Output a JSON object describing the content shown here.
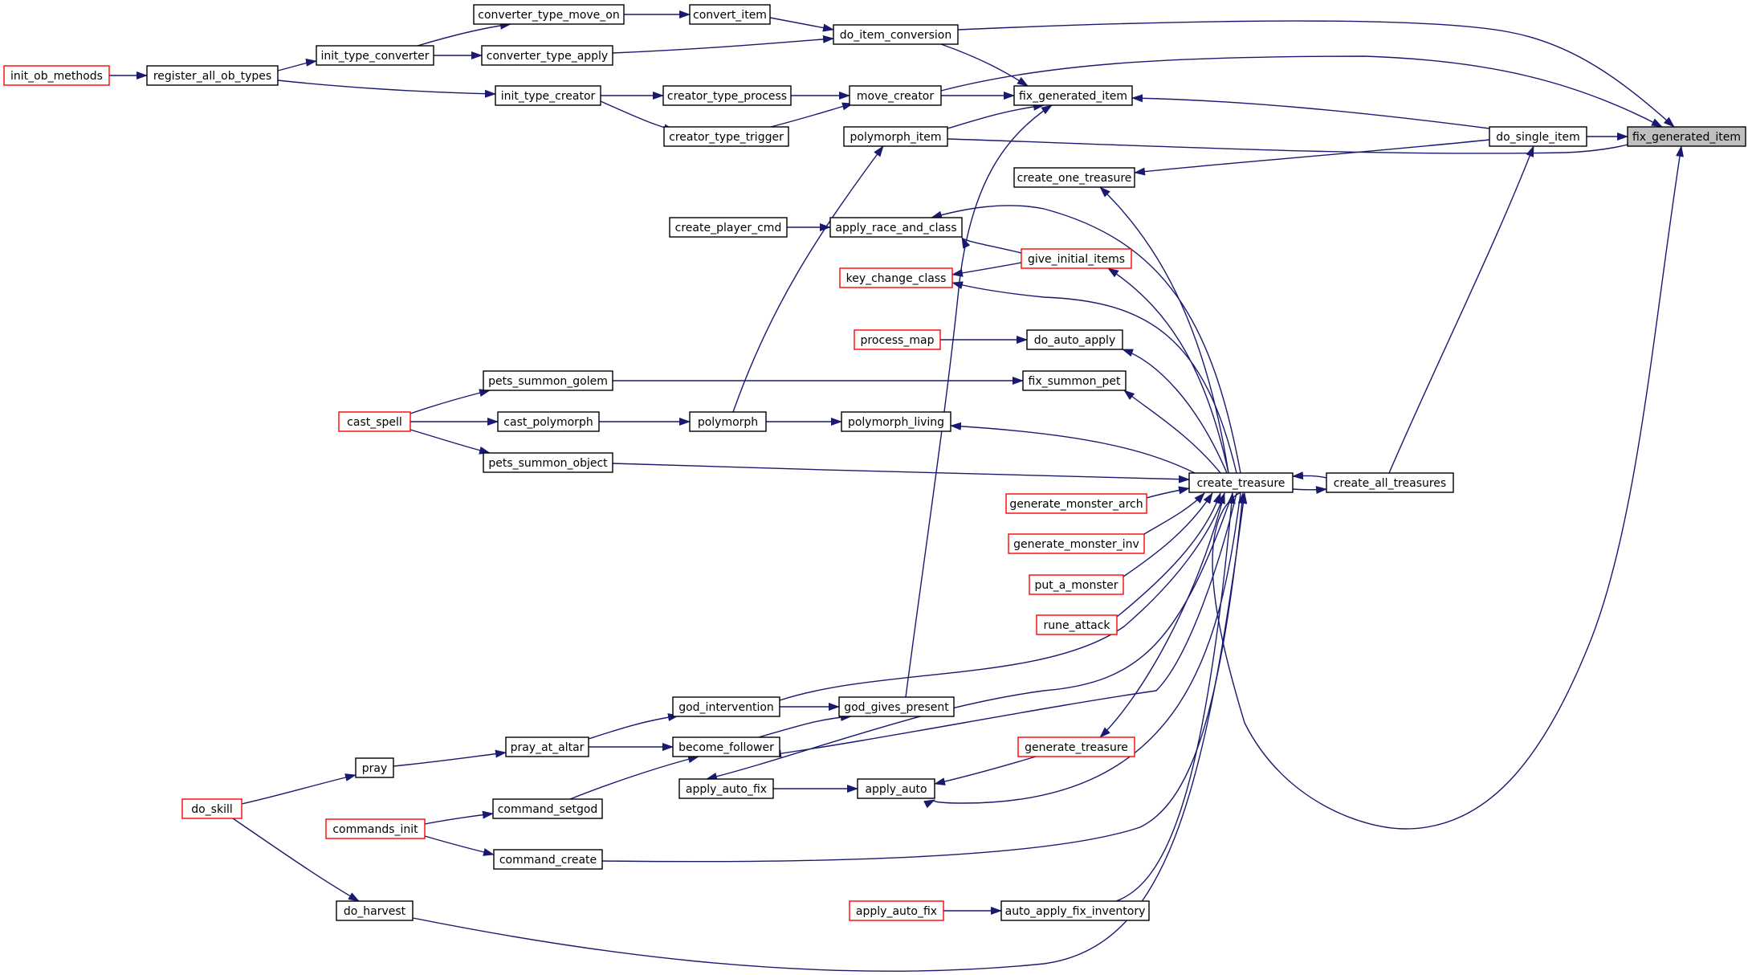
{
  "graph": {
    "root": "fix_generated_item",
    "colors": {
      "edge": "#191970",
      "node_border": "#000000",
      "truncated_node_border": "#ff0000",
      "root_fill": "#bfbfbf"
    },
    "nodes": [
      {
        "id": "fix_generated_item_root",
        "label": "fix_generated_item",
        "kind": "root"
      },
      {
        "id": "converter_type_move_on",
        "label": "converter_type_move_on",
        "kind": "normal"
      },
      {
        "id": "convert_item",
        "label": "convert_item",
        "kind": "normal"
      },
      {
        "id": "do_item_conversion",
        "label": "do_item_conversion",
        "kind": "normal"
      },
      {
        "id": "init_ob_methods",
        "label": "init_ob_methods",
        "kind": "truncated"
      },
      {
        "id": "register_all_ob_types",
        "label": "register_all_ob_types",
        "kind": "normal"
      },
      {
        "id": "init_type_converter",
        "label": "init_type_converter",
        "kind": "normal"
      },
      {
        "id": "converter_type_apply",
        "label": "converter_type_apply",
        "kind": "normal"
      },
      {
        "id": "init_type_creator",
        "label": "init_type_creator",
        "kind": "normal"
      },
      {
        "id": "creator_type_process",
        "label": "creator_type_process",
        "kind": "normal"
      },
      {
        "id": "move_creator",
        "label": "move_creator",
        "kind": "normal"
      },
      {
        "id": "fix_generated_item_mid",
        "label": "fix_generated_item",
        "kind": "normal"
      },
      {
        "id": "creator_type_trigger",
        "label": "creator_type_trigger",
        "kind": "normal"
      },
      {
        "id": "polymorph_item",
        "label": "polymorph_item",
        "kind": "normal"
      },
      {
        "id": "do_single_item",
        "label": "do_single_item",
        "kind": "normal"
      },
      {
        "id": "create_one_treasure",
        "label": "create_one_treasure",
        "kind": "normal"
      },
      {
        "id": "create_player_cmd",
        "label": "create_player_cmd",
        "kind": "normal"
      },
      {
        "id": "apply_race_and_class",
        "label": "apply_race_and_class",
        "kind": "normal"
      },
      {
        "id": "give_initial_items",
        "label": "give_initial_items",
        "kind": "truncated"
      },
      {
        "id": "key_change_class",
        "label": "key_change_class",
        "kind": "truncated"
      },
      {
        "id": "process_map",
        "label": "process_map",
        "kind": "truncated"
      },
      {
        "id": "do_auto_apply",
        "label": "do_auto_apply",
        "kind": "normal"
      },
      {
        "id": "pets_summon_golem",
        "label": "pets_summon_golem",
        "kind": "normal"
      },
      {
        "id": "fix_summon_pet",
        "label": "fix_summon_pet",
        "kind": "normal"
      },
      {
        "id": "cast_spell",
        "label": "cast_spell",
        "kind": "truncated"
      },
      {
        "id": "cast_polymorph",
        "label": "cast_polymorph",
        "kind": "normal"
      },
      {
        "id": "polymorph",
        "label": "polymorph",
        "kind": "normal"
      },
      {
        "id": "polymorph_living",
        "label": "polymorph_living",
        "kind": "normal"
      },
      {
        "id": "pets_summon_object",
        "label": "pets_summon_object",
        "kind": "normal"
      },
      {
        "id": "create_treasure",
        "label": "create_treasure",
        "kind": "normal"
      },
      {
        "id": "create_all_treasures",
        "label": "create_all_treasures",
        "kind": "normal"
      },
      {
        "id": "generate_monster_arch",
        "label": "generate_monster_arch",
        "kind": "truncated"
      },
      {
        "id": "generate_monster_inv",
        "label": "generate_monster_inv",
        "kind": "truncated"
      },
      {
        "id": "put_a_monster",
        "label": "put_a_monster",
        "kind": "truncated"
      },
      {
        "id": "rune_attack",
        "label": "rune_attack",
        "kind": "truncated"
      },
      {
        "id": "god_intervention",
        "label": "god_intervention",
        "kind": "normal"
      },
      {
        "id": "god_gives_present",
        "label": "god_gives_present",
        "kind": "normal"
      },
      {
        "id": "pray_at_altar",
        "label": "pray_at_altar",
        "kind": "normal"
      },
      {
        "id": "become_follower",
        "label": "become_follower",
        "kind": "normal"
      },
      {
        "id": "generate_treasure",
        "label": "generate_treasure",
        "kind": "truncated"
      },
      {
        "id": "pray",
        "label": "pray",
        "kind": "normal"
      },
      {
        "id": "apply_auto_fix",
        "label": "apply_auto_fix",
        "kind": "normal"
      },
      {
        "id": "apply_auto",
        "label": "apply_auto",
        "kind": "normal"
      },
      {
        "id": "do_skill",
        "label": "do_skill",
        "kind": "truncated"
      },
      {
        "id": "command_setgod",
        "label": "command_setgod",
        "kind": "normal"
      },
      {
        "id": "commands_init",
        "label": "commands_init",
        "kind": "truncated"
      },
      {
        "id": "command_create",
        "label": "command_create",
        "kind": "normal"
      },
      {
        "id": "do_harvest",
        "label": "do_harvest",
        "kind": "normal"
      },
      {
        "id": "apply_auto_fix_red",
        "label": "apply_auto_fix",
        "kind": "truncated"
      },
      {
        "id": "auto_apply_fix_inventory",
        "label": "auto_apply_fix_inventory",
        "kind": "normal"
      }
    ]
  }
}
